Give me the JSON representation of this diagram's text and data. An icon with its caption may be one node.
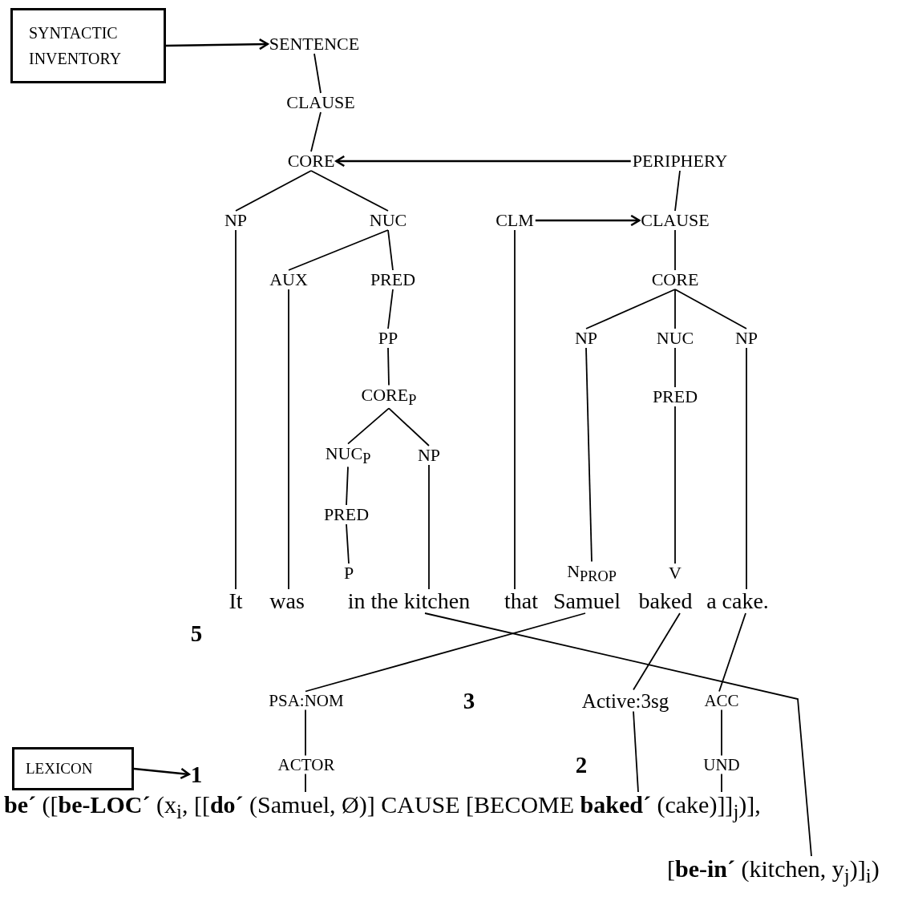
{
  "diagram": {
    "nodes": [
      {
        "text": [
          "SYNTACTIC INVENTORY"
        ]
      },
      {
        "text": [
          "SENTENCE"
        ]
      },
      {
        "text": [
          "CLAUSE"
        ]
      },
      {
        "text": [
          "CORE"
        ]
      },
      {
        "text": [
          "PERIPHERY"
        ]
      },
      {
        "text": [
          "NP"
        ]
      },
      {
        "text": [
          "NUC"
        ]
      },
      {
        "text": [
          "CLM"
        ]
      },
      {
        "text": [
          "CLAUSE"
        ]
      },
      {
        "text": [
          "AUX"
        ]
      },
      {
        "text": [
          "PRED"
        ]
      },
      {
        "text": [
          "CORE"
        ]
      },
      {
        "text": [
          "PP"
        ]
      },
      {
        "text": [
          "NP"
        ]
      },
      {
        "text": [
          "NUC"
        ]
      },
      {
        "text": [
          "NP"
        ]
      },
      {
        "text": [
          "CORE$_{P}$"
        ]
      },
      {
        "text": [
          "PRED"
        ]
      },
      {
        "text": [
          "NUC$_{P}$"
        ]
      },
      {
        "text": [
          "NP"
        ]
      },
      {
        "text": [
          "PRED"
        ]
      },
      {
        "text": [
          "P"
        ]
      },
      {
        "text": [
          "N$_{PROP}$"
        ]
      },
      {
        "text": [
          "V"
        ]
      },
      {
        "text": [
          "It"
        ]
      },
      {
        "text": [
          "was"
        ]
      },
      {
        "text": [
          "in the kitchen"
        ]
      },
      {
        "text": [
          "that"
        ]
      },
      {
        "text": [
          "Samuel"
        ]
      },
      {
        "text": [
          "baked"
        ]
      },
      {
        "text": [
          "a cake."
        ]
      },
      {
        "text": [
          "PSA:NOM"
        ]
      },
      {
        "text": [
          "Active:3sg"
        ]
      },
      {
        "text": [
          "ACC"
        ]
      },
      {
        "text": [
          "ACTOR"
        ]
      },
      {
        "text": [
          "UND"
        ]
      },
      {
        "text": [
          "LEXICON"
        ]
      },
      {
        "text": [
          "**be´** ([**be-LOC´** (x$_{i}$, [[**do´** (Samuel, Ø)] CAUSE [BECOME **baked´** (cake)]]$_{j}$)],"
        ]
      },
      {
        "text": [
          "[**be-in´** (kitchen, y$_{j}$)]$_{i}$)"
        ]
      },
      {
        "text": [
          "1"
        ]
      }
    ],
    "edges": [
      {
        "from": 0,
        "to": 1,
        "arrow": "to"
      },
      {
        "from": 1,
        "to": 2,
        "arrow": "none"
      },
      {
        "from": 2,
        "to": 3,
        "arrow": "none"
      },
      {
        "from": 4,
        "to": 3,
        "arrow": "to"
      },
      {
        "from": 3,
        "to": 5,
        "arrow": "none"
      },
      {
        "from": 3,
        "to": 6,
        "arrow": "none"
      },
      {
        "from": 4,
        "to": 8,
        "arrow": "none"
      },
      {
        "from": 7,
        "to": 8,
        "arrow": "to"
      },
      {
        "from": 6,
        "to": 9,
        "arrow": "none"
      },
      {
        "from": 6,
        "to": 10,
        "arrow": "none"
      },
      {
        "from": 8,
        "to": 11,
        "arrow": "none"
      },
      {
        "from": 10,
        "to": 12,
        "arrow": "none"
      },
      {
        "from": 11,
        "to": 13,
        "arrow": "none"
      },
      {
        "from": 11,
        "to": 14,
        "arrow": "none"
      },
      {
        "from": 11,
        "to": 15,
        "arrow": "none"
      },
      {
        "from": 12,
        "to": 16,
        "arrow": "none"
      },
      {
        "from": 14,
        "to": 17,
        "arrow": "none"
      },
      {
        "from": 16,
        "to": 18,
        "arrow": "none"
      },
      {
        "from": 16,
        "to": 19,
        "arrow": "none"
      },
      {
        "from": 18,
        "to": 20,
        "arrow": "none"
      },
      {
        "from": 20,
        "to": 21,
        "arrow": "none"
      },
      {
        "from": 13,
        "to": 22,
        "arrow": "none"
      },
      {
        "from": 17,
        "to": 23,
        "arrow": "none"
      },
      {
        "from": 5,
        "to": 24,
        "arrow": "none"
      },
      {
        "from": 9,
        "to": 25,
        "arrow": "none"
      },
      {
        "from": 19,
        "to": 26,
        "arrow": "none"
      },
      {
        "from": 7,
        "to": 27,
        "arrow": "none"
      },
      {
        "from": 15,
        "to": 30,
        "arrow": "none"
      },
      {
        "from": 28,
        "to": 31,
        "arrow": "none"
      },
      {
        "from": 29,
        "to": 32,
        "arrow": "none"
      },
      {
        "from": 30,
        "to": 33,
        "arrow": "none"
      },
      {
        "from": 26,
        "to": 38,
        "arrow": "none"
      },
      {
        "from": 31,
        "to": 34,
        "arrow": "none"
      },
      {
        "from": 33,
        "to": 35,
        "arrow": "none"
      },
      {
        "from": 34,
        "to": 37,
        "arrow": "none"
      },
      {
        "from": 32,
        "to": 37,
        "arrow": "none"
      },
      {
        "from": 35,
        "to": 37,
        "arrow": "none"
      },
      {
        "from": 36,
        "to": 39,
        "arrow": "to"
      }
    ],
    "labels": [
      "5",
      "3",
      "2"
    ]
  }
}
